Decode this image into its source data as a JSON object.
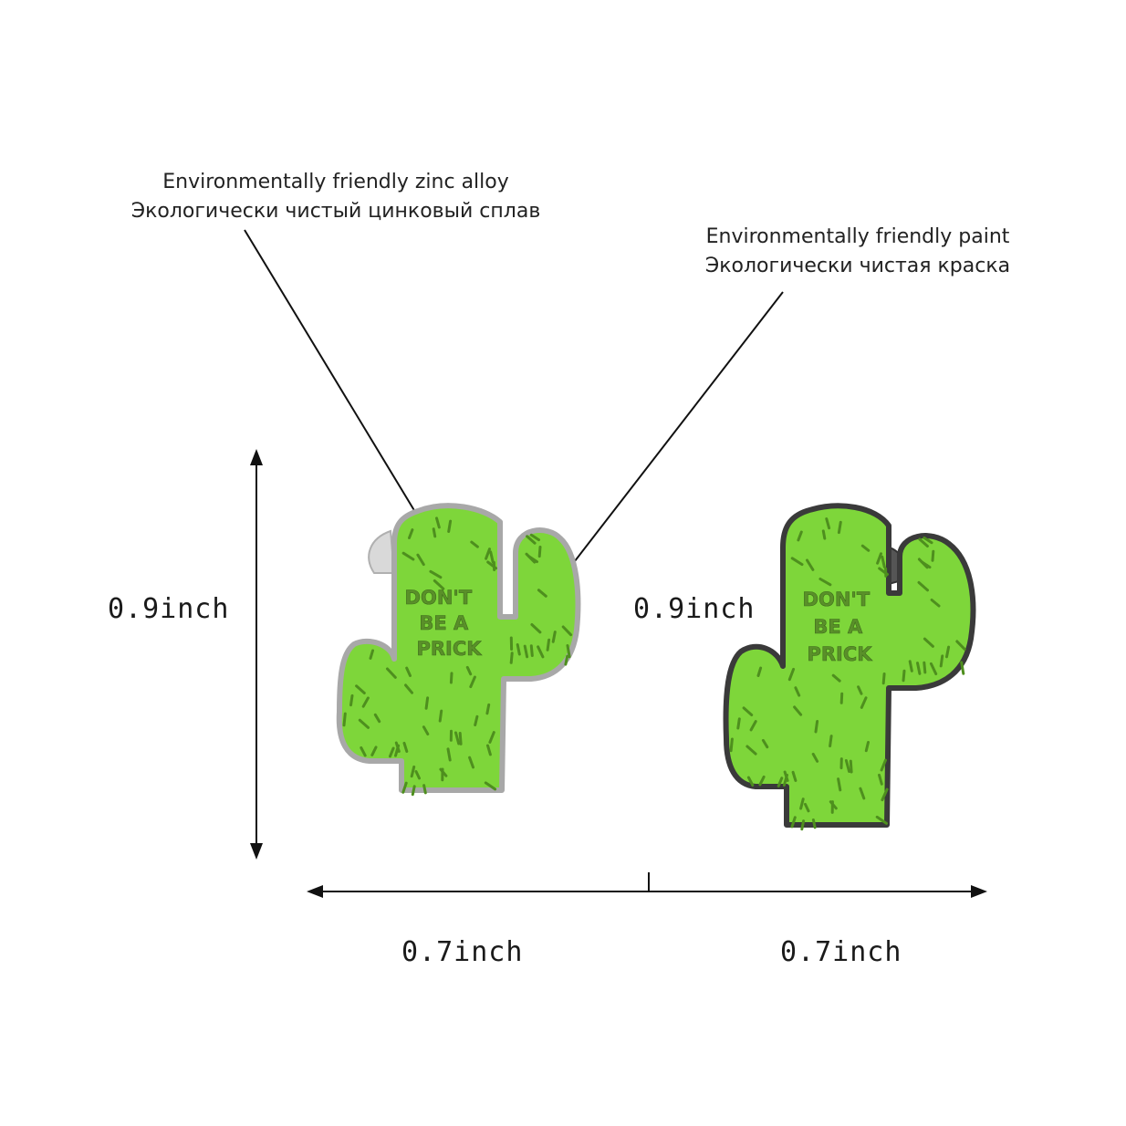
{
  "callouts": {
    "zinc": {
      "line_en": "Environmentally friendly zinc alloy",
      "line_ru": "Экологически чистый цинковый сплав"
    },
    "paint": {
      "line_en": "Environmentally friendly paint",
      "line_ru": "Экологически чистая краска"
    }
  },
  "dimensions": {
    "height_left": "0.9inch",
    "height_right": "0.9inch",
    "width_left": "0.7inch",
    "width_right": "0.7inch"
  },
  "pins": {
    "left": {
      "lines": [
        "DON'T",
        "BE A",
        "PRICK"
      ],
      "outline_color": "#9a9a9a",
      "fill_color": "#7ed63a"
    },
    "right": {
      "lines": [
        "DON'T",
        "BE A",
        "PRICK"
      ],
      "outline_color": "#3a3a3a",
      "fill_color": "#7ed63a"
    }
  },
  "colors": {
    "spine": "#4e8f1e",
    "text_on_pin": "#5a8f2a",
    "line": "#111111"
  }
}
